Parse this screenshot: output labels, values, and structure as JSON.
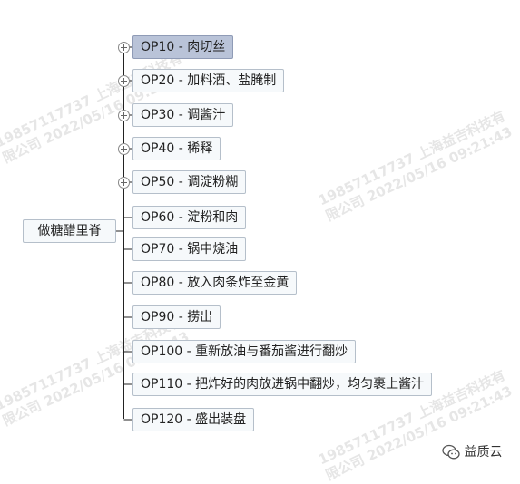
{
  "watermark": {
    "line1": "19857117737 上海益吉科技有",
    "line2": "限公司 2022/05/16 09:21:43"
  },
  "root": {
    "label": "做糖醋里脊"
  },
  "nodes": [
    {
      "label": "OP10 - 肉切丝",
      "selected": true,
      "collapsed": true
    },
    {
      "label": "OP20 - 加料酒、盐腌制",
      "collapsed": true
    },
    {
      "label": "OP30 - 调酱汁",
      "collapsed": true
    },
    {
      "label": "OP40 - 稀释",
      "collapsed": true
    },
    {
      "label": "OP50 - 调淀粉糊",
      "collapsed": true
    },
    {
      "label": "OP60 - 淀粉和肉"
    },
    {
      "label": "OP70 - 锅中烧油"
    },
    {
      "label": "OP80 - 放入肉条炸至金黄"
    },
    {
      "label": "OP90 - 捞出"
    },
    {
      "label": "OP100 - 重新放油与番茄酱进行翻炒"
    },
    {
      "label": "OP110 - 把炸好的肉放进锅中翻炒，均匀裹上酱汁"
    },
    {
      "label": "OP120 - 盛出装盘"
    }
  ],
  "logo": {
    "text": "益质云",
    "icon": "wechat-icon"
  }
}
